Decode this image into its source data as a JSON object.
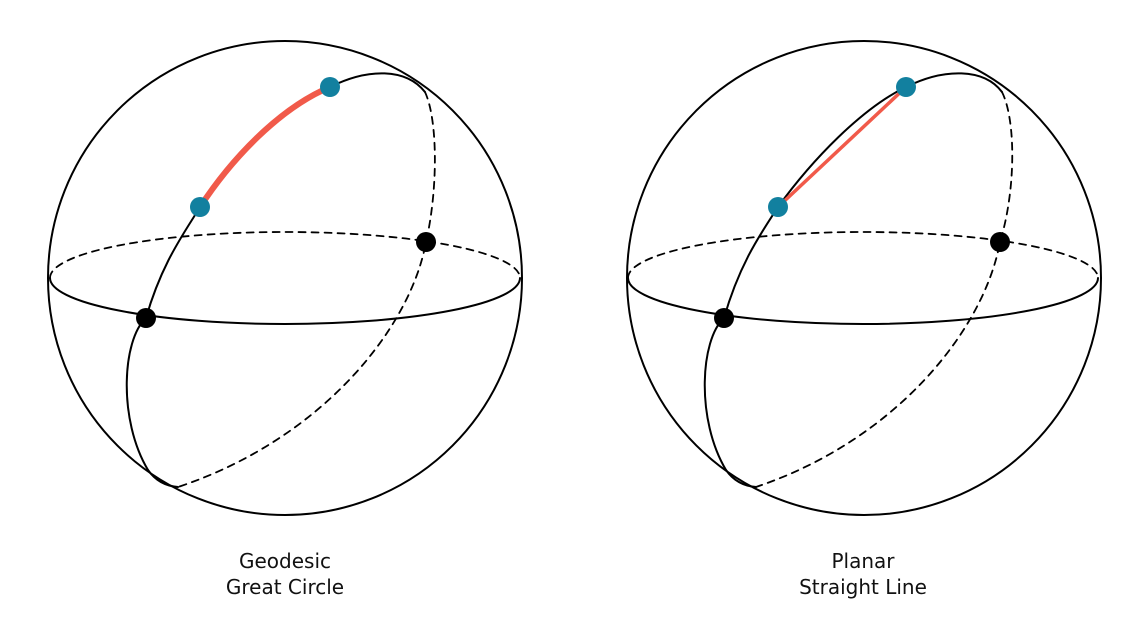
{
  "colors": {
    "outline": "#000000",
    "path_highlight": "#f15a4a",
    "endpoint": "#12809f",
    "intersection": "#000000",
    "background": "#ffffff"
  },
  "panels": [
    {
      "caption_line1": "Geodesic",
      "caption_line2": "Great Circle",
      "path_style": "curved-arc",
      "icon": "sphere-geodesic-diagram"
    },
    {
      "caption_line1": "Planar",
      "caption_line2": "Straight Line",
      "path_style": "straight-chord",
      "icon": "sphere-planar-diagram"
    }
  ]
}
